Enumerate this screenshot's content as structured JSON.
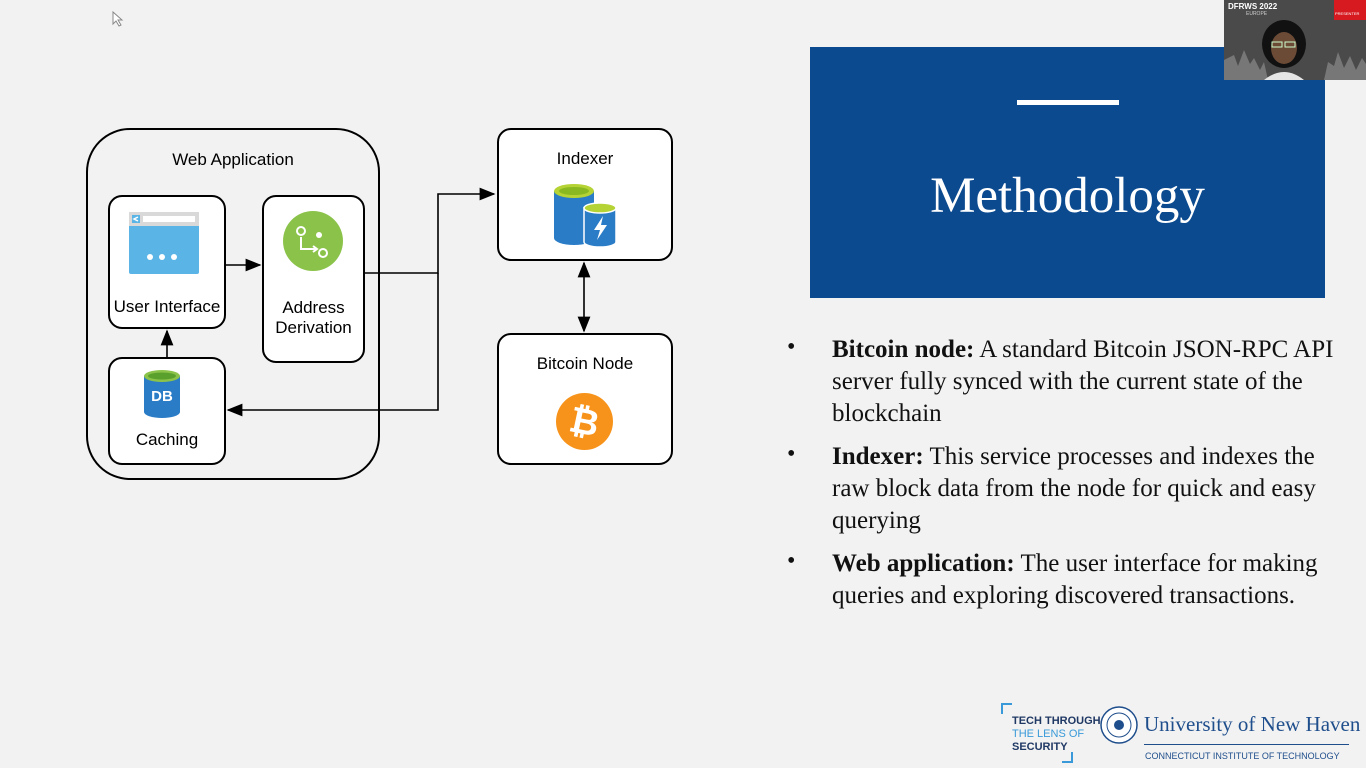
{
  "slide": {
    "title": "Methodology",
    "bullets": [
      {
        "term": "Bitcoin node:",
        "text": " A standard Bitcoin JSON-RPC API server fully synced with the current state of the blockchain"
      },
      {
        "term": "Indexer:",
        "text": " This service processes and indexes the raw block data from the node for quick and easy querying"
      },
      {
        "term": "Web application:",
        "text": " The user interface for making queries and exploring discovered transactions."
      }
    ]
  },
  "diagram": {
    "web_app_label": "Web Application",
    "user_interface_label": "User Interface",
    "address_derivation_label": [
      "Address",
      "Derivation"
    ],
    "caching_label": "Caching",
    "db_icon_text": "DB",
    "indexer_label": "Indexer",
    "bitcoin_node_label": "Bitcoin Node"
  },
  "overlay": {
    "pip_event": "DFRWS 2022",
    "pip_subtitle": "EUROPE",
    "pip_badge": "PRESENTER"
  },
  "footer": {
    "tagline": [
      "TECH THROUGH",
      "THE LENS OF",
      "SECURITY"
    ],
    "university": "University of New Haven",
    "institute": "CONNECTICUT INSTITUTE OF TECHNOLOGY"
  },
  "colors": {
    "title_panel": "#0b4a8f",
    "bitcoin_orange": "#f7931a",
    "derivation_green": "#8bc34a",
    "db_blue": "#2a7cc7",
    "university_blue": "#1f4e8c"
  }
}
